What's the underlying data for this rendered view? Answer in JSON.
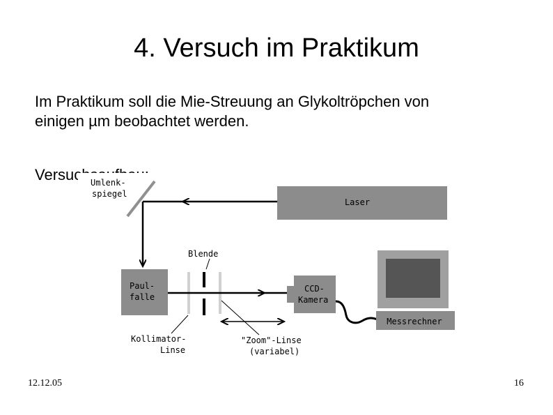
{
  "slide": {
    "title": "4. Versuch im Praktikum",
    "intro_line1": "Im Praktikum soll die Mie-Streuung an Glykoltröpchen von",
    "intro_line2": "einigen µm beobachtet werden.",
    "setup_label": "Versuchsaufbau:",
    "date": "12.12.05",
    "page_number": "16"
  },
  "diagram": {
    "mirror_label_1": "Umlenk-",
    "mirror_label_2": "spiegel",
    "laser_label": "Laser",
    "aperture_label": "Blende",
    "trap_label_1": "Paul-",
    "trap_label_2": "falle",
    "camera_label_1": "CCD-",
    "camera_label_2": "Kamera",
    "computer_label": "Messrechner",
    "collimator_label_1": "Kollimator-",
    "collimator_label_2": "Linse",
    "zoom_label_1": "\"Zoom\"-Linse",
    "zoom_label_2": "(variabel)",
    "colors": {
      "laser_box": "#8c8c8c",
      "trap_box": "#8c8c8c",
      "camera_box": "#8c8c8c",
      "computer_box": "#8c8c8c",
      "monitor_screen": "#555555",
      "monitor_frame": "#a0a0a0",
      "lens": "#d0d0d0"
    }
  }
}
